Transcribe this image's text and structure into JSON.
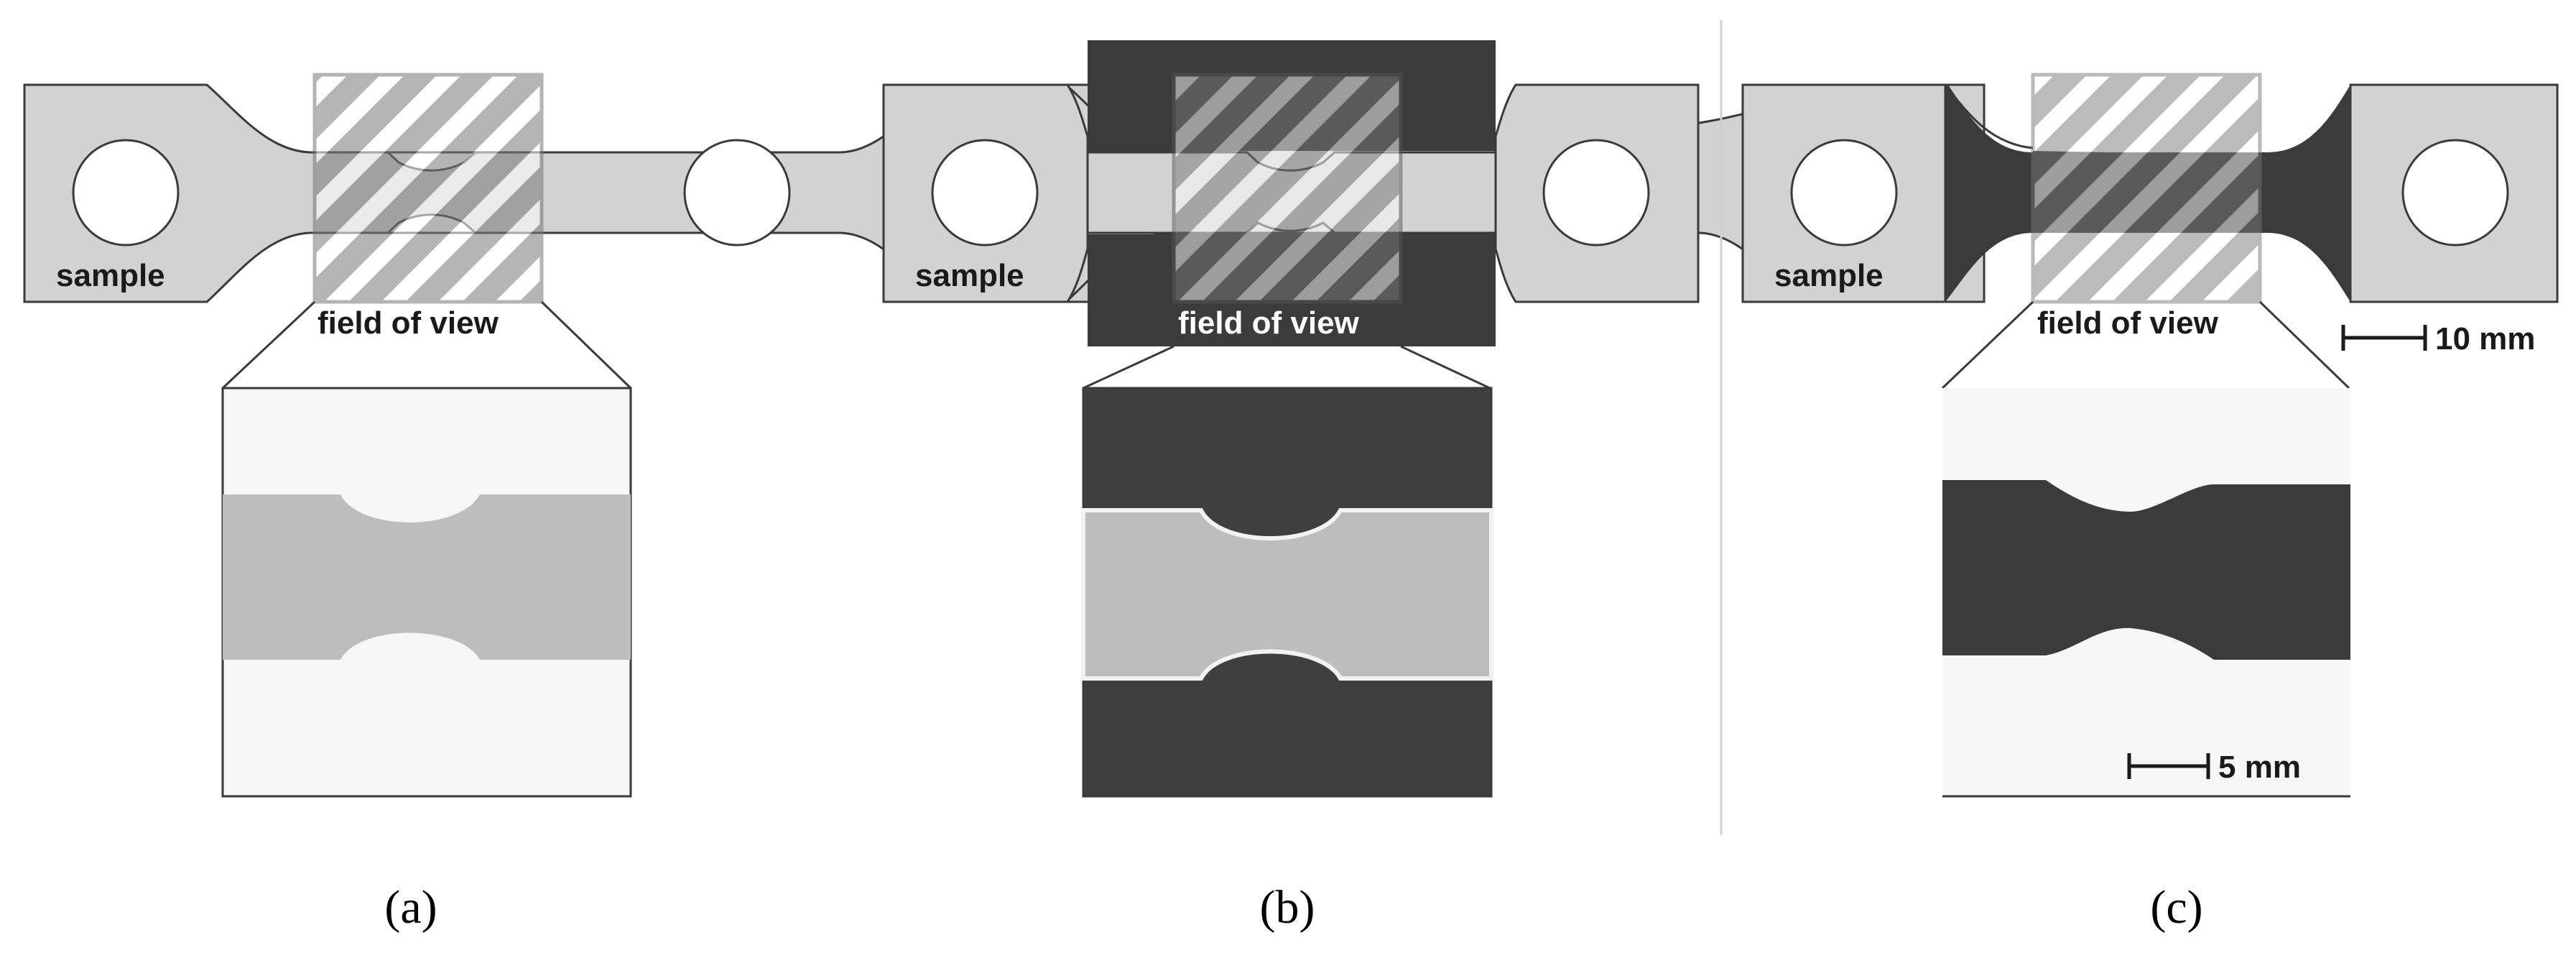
{
  "panels": [
    {
      "id": "a",
      "caption": "(a)",
      "sample_label": "sample",
      "fov_label": "field of view"
    },
    {
      "id": "b",
      "caption": "(b)",
      "sample_label": "sample",
      "fov_label": "field of view"
    },
    {
      "id": "c",
      "caption": "(c)",
      "sample_label": "sample",
      "fov_label": "field of view"
    }
  ],
  "scale_bars": {
    "large": "10 mm",
    "small": "5 mm"
  },
  "colors": {
    "sample_fill": "#d2d2d2",
    "outline": "#3a3a3a",
    "dark": "#3b3b3b",
    "fov_frame": "#777777",
    "image_light": "#f6f6f6",
    "image_gray": "#bdbdbd"
  }
}
